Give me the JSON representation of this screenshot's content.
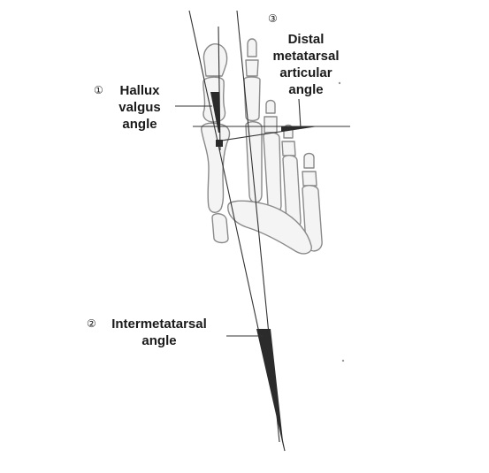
{
  "labels": {
    "hallux_valgus": {
      "number": "①",
      "line1": "Hallux",
      "line2": "valgus",
      "line3": "angle"
    },
    "distal_metatarsal": {
      "number": "③",
      "line1": "Distal",
      "line2": "metatarsal",
      "line3": "articular",
      "line4": "angle"
    },
    "intermetatarsal": {
      "number": "②",
      "line1": "Intermetatarsal",
      "line2": "angle"
    }
  },
  "colors": {
    "bone_fill": "#f4f4f4",
    "bone_stroke": "#8a8a8a",
    "line": "#333333",
    "wedge": "#2b2b2b"
  }
}
